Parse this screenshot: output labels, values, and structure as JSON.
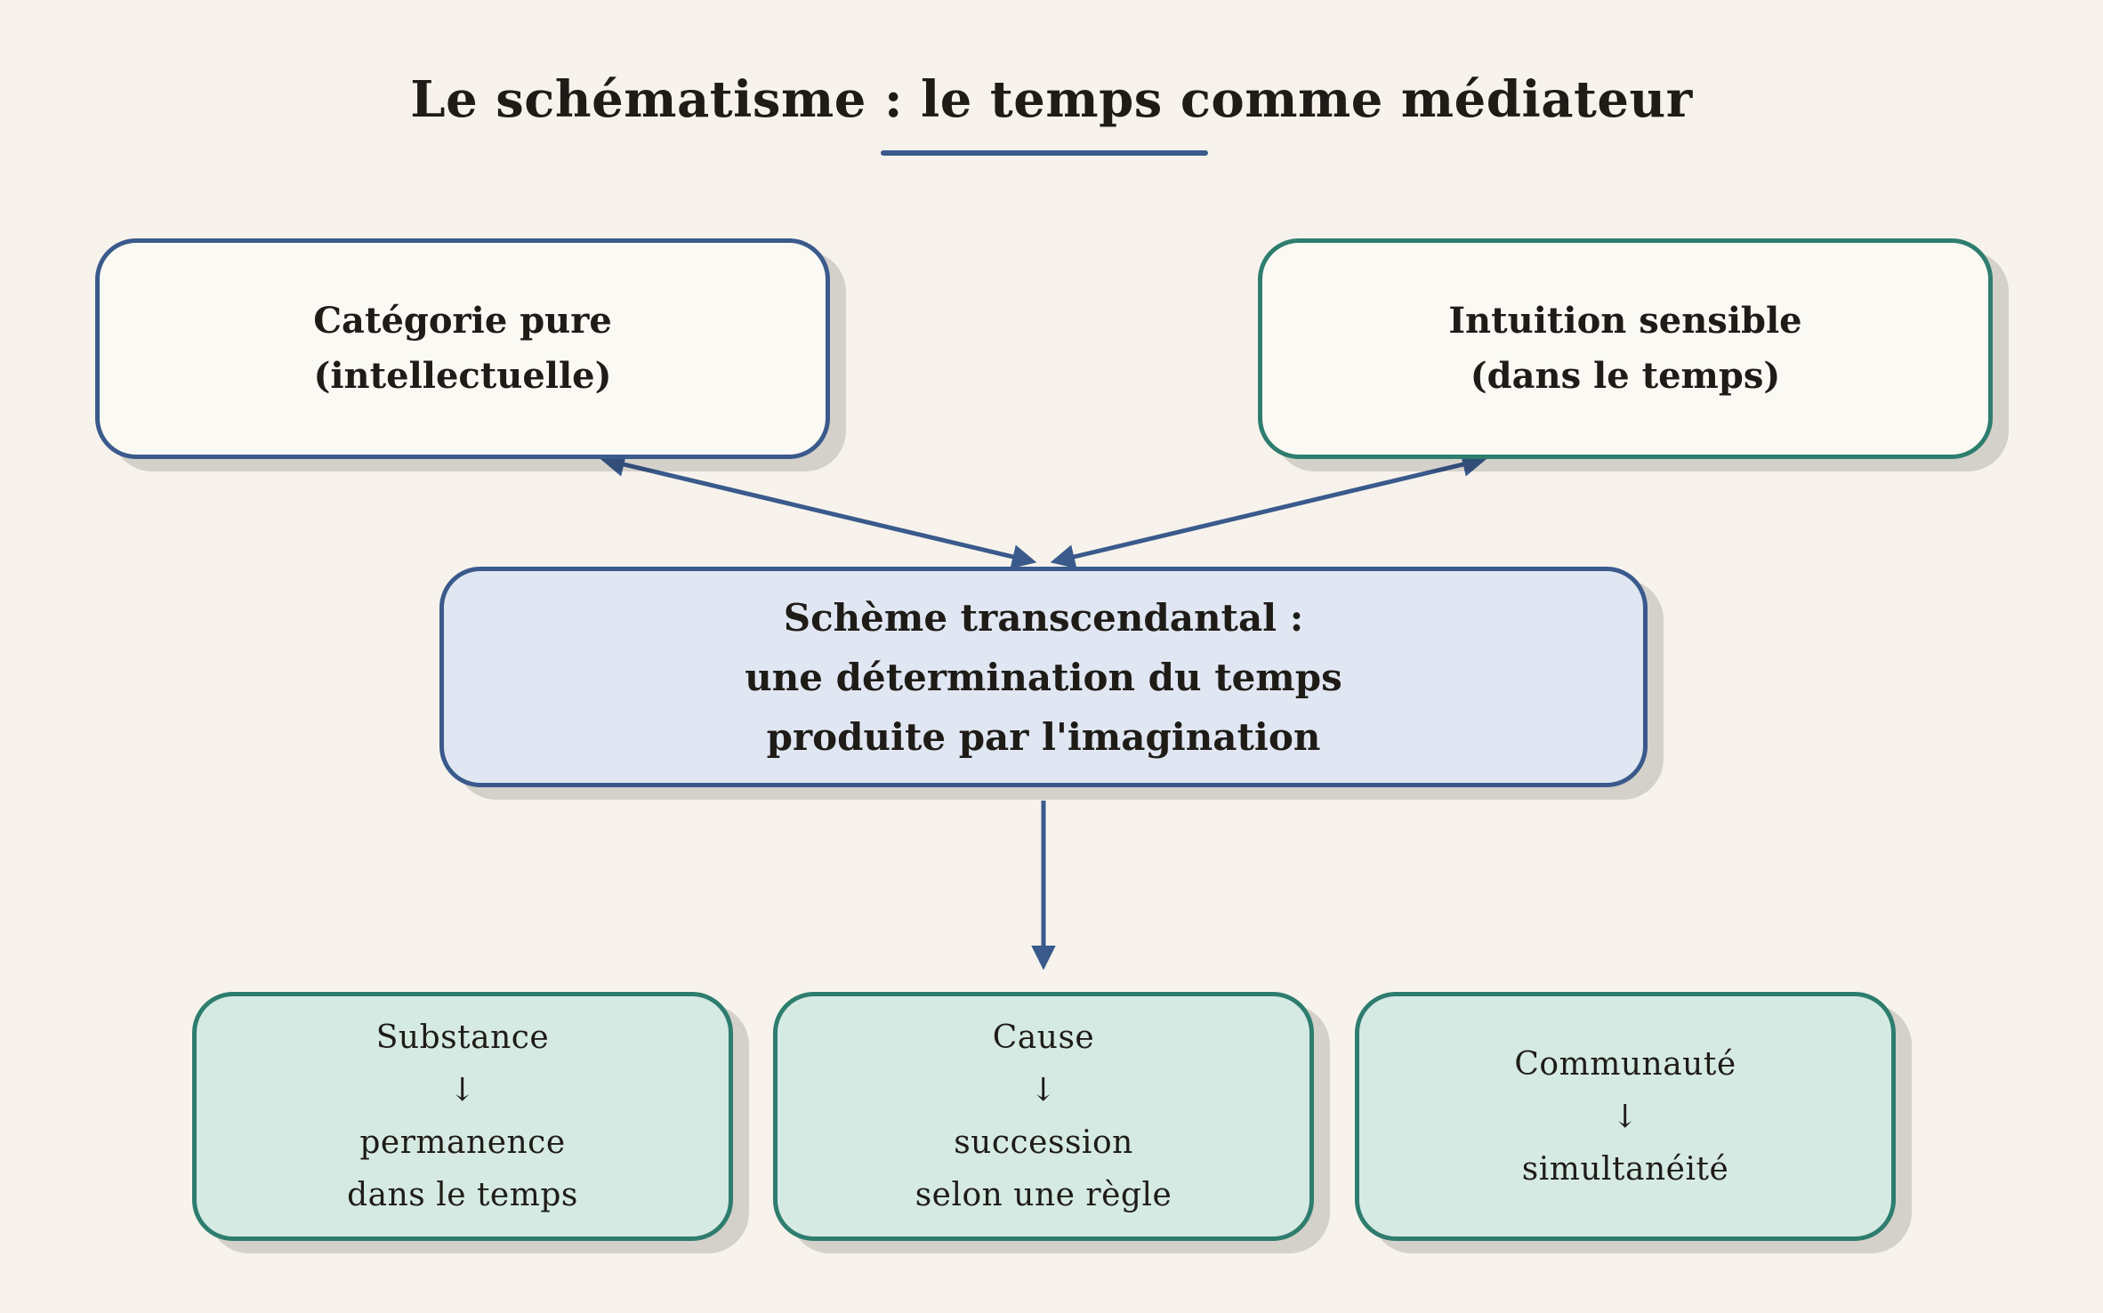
{
  "title": "Le schématisme : le temps comme médiateur",
  "colors": {
    "background": "#f7f3ec",
    "blue": "#3a5a8c",
    "teal": "#2e7d6e",
    "mid_fill": "#e0e7f2",
    "bottom_fill": "#d5eae3"
  },
  "top_left": {
    "line1": "Catégorie pure",
    "line2": "(intellectuelle)"
  },
  "top_right": {
    "line1": "Intuition sensible",
    "line2": "(dans le temps)"
  },
  "middle": {
    "line1": "Schème transcendantal :",
    "line2": "une détermination du temps",
    "line3": "produite par l'imagination"
  },
  "schemes": [
    {
      "category": "Substance",
      "arrow": "↓",
      "line1": "permanence",
      "line2": "dans le temps"
    },
    {
      "category": "Cause",
      "arrow": "↓",
      "line1": "succession",
      "line2": "selon une règle"
    },
    {
      "category": "Communauté",
      "arrow": "↓",
      "line1": "simultanéité"
    }
  ]
}
